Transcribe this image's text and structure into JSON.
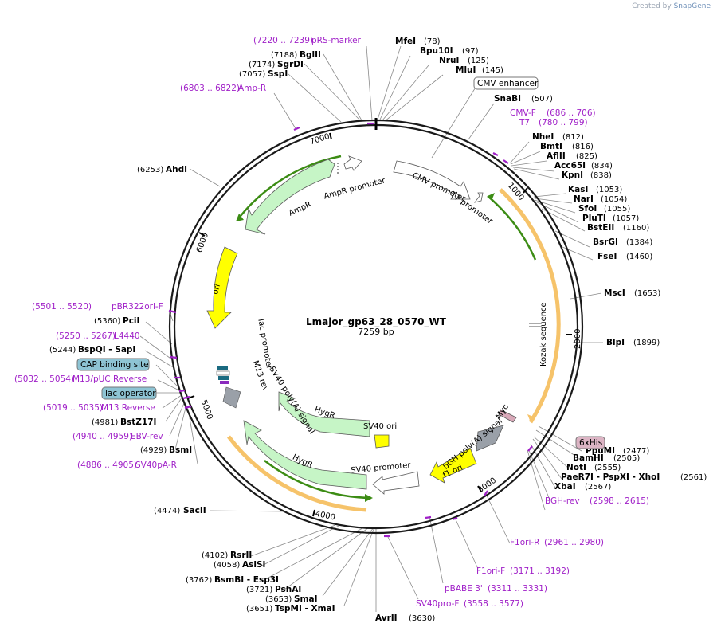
{
  "brand": {
    "prefix": "Created by",
    "name": "SnapGene"
  },
  "plasmid": {
    "name": "Lmajor_gp63_28_0570_WT",
    "length_label": "7259 bp",
    "length": 7259
  },
  "ticks": [
    "1000",
    "2000",
    "3000",
    "4000",
    "5000",
    "6000",
    "7000"
  ],
  "enzymes": [
    {
      "name": "MfeI",
      "pos": "(78)"
    },
    {
      "name": "Bpu10I",
      "pos": "(97)"
    },
    {
      "name": "NruI",
      "pos": "(125)"
    },
    {
      "name": "MluI",
      "pos": "(145)"
    },
    {
      "name": "SnaBI",
      "pos": "(507)"
    },
    {
      "name": "NheI",
      "pos": "(812)"
    },
    {
      "name": "BmtI",
      "pos": "(816)"
    },
    {
      "name": "AflII",
      "pos": "(825)"
    },
    {
      "name": "Acc65I",
      "pos": "(834)"
    },
    {
      "name": "KpnI",
      "pos": "(838)"
    },
    {
      "name": "KasI",
      "pos": "(1053)"
    },
    {
      "name": "NarI",
      "pos": "(1054)"
    },
    {
      "name": "SfoI",
      "pos": "(1055)"
    },
    {
      "name": "PluTI",
      "pos": "(1057)"
    },
    {
      "name": "BstEII",
      "pos": "(1160)"
    },
    {
      "name": "BsrGI",
      "pos": "(1384)"
    },
    {
      "name": "FseI",
      "pos": "(1460)"
    },
    {
      "name": "MscI",
      "pos": "(1653)"
    },
    {
      "name": "BlpI",
      "pos": "(1899)"
    },
    {
      "name": "PpuMI",
      "pos": "(2477)"
    },
    {
      "name": "BamHI",
      "pos": "(2505)"
    },
    {
      "name": "NotI",
      "pos": "(2555)"
    },
    {
      "name": "PaeR7I - PspXI - XhoI",
      "pos": "(2561)"
    },
    {
      "name": "XbaI",
      "pos": "(2567)"
    },
    {
      "name": "AvrII",
      "pos": "(3630)"
    },
    {
      "name": "TspMI - XmaI",
      "pos": "(3651)"
    },
    {
      "name": "SmaI",
      "pos": "(3653)"
    },
    {
      "name": "PshAI",
      "pos": "(3721)"
    },
    {
      "name": "BsmBI - Esp3I",
      "pos": "(3762)"
    },
    {
      "name": "AsiSI",
      "pos": "(4058)"
    },
    {
      "name": "RsrII",
      "pos": "(4102)"
    },
    {
      "name": "SacII",
      "pos": "(4474)"
    },
    {
      "name": "BsmI",
      "pos": "(4929)"
    },
    {
      "name": "BstZ17I",
      "pos": "(4981)"
    },
    {
      "name": "BspQI - SapI",
      "pos": "(5244)"
    },
    {
      "name": "PciI",
      "pos": "(5360)"
    },
    {
      "name": "AhdI",
      "pos": "(6253)"
    },
    {
      "name": "SspI",
      "pos": "(7057)"
    },
    {
      "name": "SgrDI",
      "pos": "(7174)"
    },
    {
      "name": "BglII",
      "pos": "(7188)"
    }
  ],
  "primers": [
    {
      "name": "pRS-marker",
      "range": "(7220 .. 7239)"
    },
    {
      "name": "Amp-R",
      "range": "(6803 .. 6822)"
    },
    {
      "name": "CMV-F",
      "range": "(686 .. 706)"
    },
    {
      "name": "T7",
      "range": "(780 .. 799)"
    },
    {
      "name": "BGH-rev",
      "range": "(2598 .. 2615)"
    },
    {
      "name": "F1ori-R",
      "range": "(2961 .. 2980)"
    },
    {
      "name": "F1ori-F",
      "range": "(3171 .. 3192)"
    },
    {
      "name": "pBABE 3'",
      "range": "(3311 .. 3331)"
    },
    {
      "name": "SV40pro-F",
      "range": "(3558 .. 3577)"
    },
    {
      "name": "pBR322ori-F",
      "range": "(5501 .. 5520)"
    },
    {
      "name": "L4440",
      "range": "(5250 .. 5267)"
    },
    {
      "name": "M13/pUC Reverse",
      "range": "(5032 .. 5054)"
    },
    {
      "name": "M13 Reverse",
      "range": "(5019 .. 5035)"
    },
    {
      "name": "EBV-rev",
      "range": "(4940 .. 4959)"
    },
    {
      "name": "SV40pA-R",
      "range": "(4886 .. 4905)"
    }
  ],
  "boxed_features": [
    "CMV enhancer",
    "6xHis",
    "CAP binding site",
    "lac operator"
  ],
  "features": [
    "AmpR promoter",
    "AmpR",
    "CMV promoter",
    "T7 promoter",
    "ori",
    "lac promoter",
    "M13 rev",
    "SV40 poly(A) signal",
    "HygR",
    "HygR",
    "SV40 ori",
    "SV40 promoter",
    "bGH poly(A) signal",
    "f1 ori",
    "Myc",
    "Kozak sequence"
  ],
  "colors": {
    "primer": "#a020c8",
    "ori": "#ffff00",
    "resistance": "#c6f5c6",
    "promoter": "#ffffff",
    "orf": "#f5c87a",
    "orf_arrow": "#3c8c14",
    "ring": "#1a1a1a"
  }
}
